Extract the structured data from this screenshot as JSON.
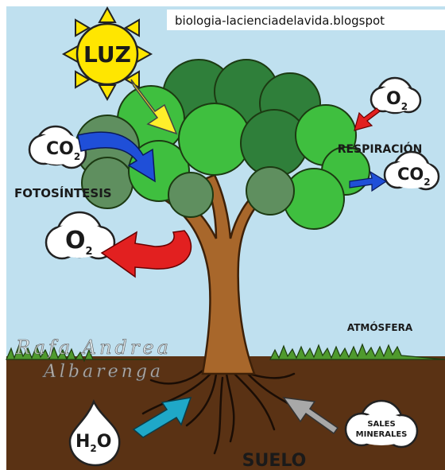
{
  "source_caption": "biologia-lacienciadelavida.blogspot",
  "labels": {
    "light": "LUZ",
    "photosynthesis": "FOTOSÍNTESIS",
    "respiration": "RESPIRACIÓN",
    "atmosphere": "ATMÓSFERA",
    "soil": "SUELO"
  },
  "molecules": {
    "co2_in": {
      "main": "CO",
      "sub": "2"
    },
    "co2_out": {
      "main": "CO",
      "sub": "2"
    },
    "o2_in": {
      "main": "O",
      "sub": "2"
    },
    "o2_out": {
      "main": "O",
      "sub": "2"
    },
    "water": {
      "main": "H",
      "sub": "2",
      "tail": "O"
    },
    "minerals": {
      "line1": "SALES",
      "line2": "MINERALES"
    }
  },
  "watermark": {
    "line1": "Rafa Andrea",
    "line2": "Albarenga"
  },
  "colors": {
    "sky": "#bfe0ef",
    "soil": "#5a3214",
    "grass": "#4f9a2e",
    "trunk": "#a8672b",
    "canopy_light": "#3fbf3f",
    "canopy_dark": "#2f7f3a",
    "canopy_shadow": "#5f8f5f",
    "sun": "#ffe600",
    "arrow_light": "#ffef2a",
    "arrow_co2": "#1f4fd8",
    "arrow_o2": "#e22020",
    "arrow_water": "#1fa8c8",
    "arrow_minerals": "#a8a8a8"
  }
}
